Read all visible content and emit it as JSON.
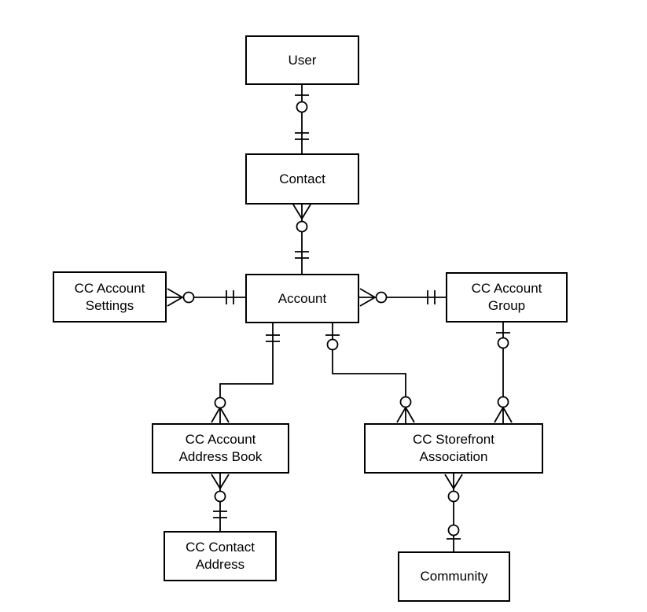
{
  "diagram": {
    "type": "entity-relationship",
    "notation": "crow's foot",
    "background_color": "#ffffff",
    "line_color": "#000000",
    "box_fill_color": "#ffffff",
    "box_border_color": "#000000",
    "entities": [
      {
        "id": "user",
        "label": "User"
      },
      {
        "id": "contact",
        "label": "Contact"
      },
      {
        "id": "account",
        "label": "Account"
      },
      {
        "id": "cc-account-settings",
        "label": "CC Account\nSettings"
      },
      {
        "id": "cc-account-group",
        "label": "CC Account\nGroup"
      },
      {
        "id": "cc-account-address-book",
        "label": "CC Account\nAddress Book"
      },
      {
        "id": "cc-storefront-association",
        "label": "CC Storefront\nAssociation"
      },
      {
        "id": "cc-contact-address",
        "label": "CC Contact\nAddress"
      },
      {
        "id": "community",
        "label": "Community"
      }
    ],
    "relationships": [
      {
        "from": "User",
        "to": "Contact",
        "from_end_symbol": "bar-circle (zero or one)",
        "to_end_symbol": "double-bar (exactly one)"
      },
      {
        "from": "Contact",
        "to": "Account",
        "from_end_symbol": "crow's-foot + circle (zero or many)",
        "to_end_symbol": "double-bar (exactly one)"
      },
      {
        "from": "CC Account Settings",
        "to": "Account",
        "from_end_symbol": "crow's-foot + circle (zero or many)",
        "to_end_symbol": "double-bar (exactly one)"
      },
      {
        "from": "Account",
        "to": "CC Account Group",
        "from_end_symbol": "crow's-foot + circle (zero or many)",
        "to_end_symbol": "double-bar (exactly one)"
      },
      {
        "from": "Account",
        "to": "CC Account Address Book",
        "from_end_symbol": "double-bar (exactly one)",
        "to_end_symbol": "circle + crow's-foot (zero or many)"
      },
      {
        "from": "Account",
        "to": "CC Storefront Association",
        "from_end_symbol": "bar-circle (zero or one)",
        "to_end_symbol": "circle + crow's-foot (zero or many)"
      },
      {
        "from": "CC Account Group",
        "to": "CC Storefront Association",
        "from_end_symbol": "bar-circle (zero or one)",
        "to_end_symbol": "circle + crow's-foot (zero or many)"
      },
      {
        "from": "CC Account Address Book",
        "to": "CC Contact Address",
        "from_end_symbol": "crow's-foot + circle (zero or many)",
        "to_end_symbol": "double-bar (exactly one)"
      },
      {
        "from": "CC Storefront Association",
        "to": "Community",
        "from_end_symbol": "crow's-foot + circle (zero or many)",
        "to_end_symbol": "circle-bar (zero or one)"
      }
    ]
  }
}
